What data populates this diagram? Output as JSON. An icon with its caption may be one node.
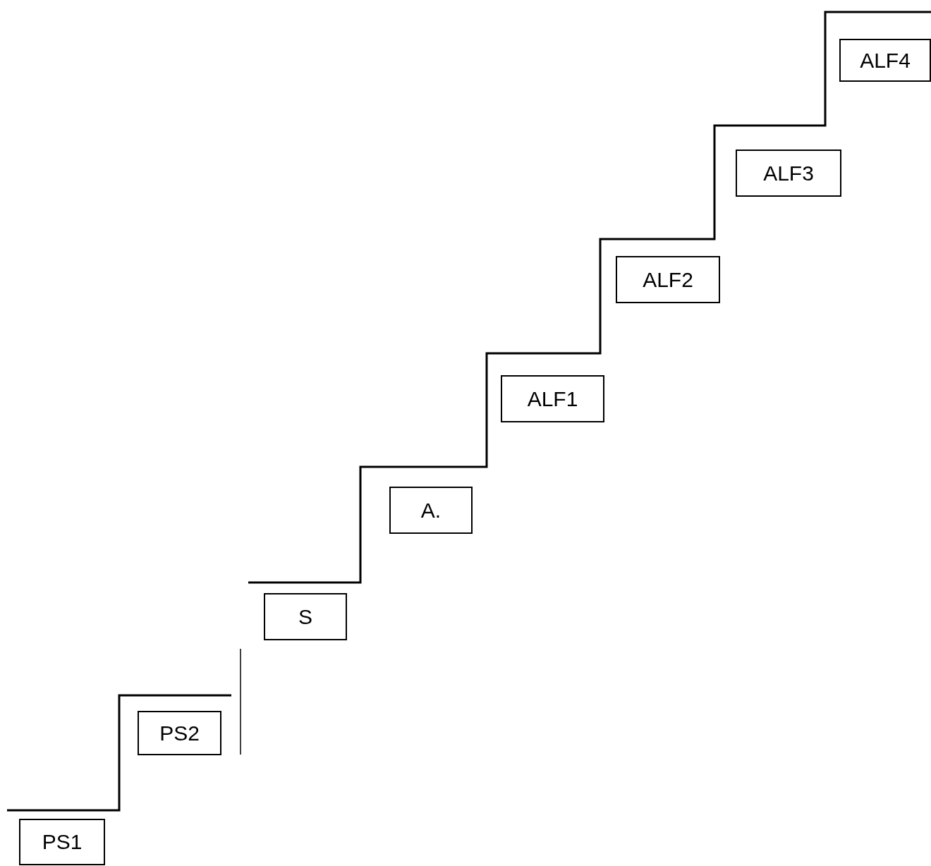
{
  "diagram": {
    "nodes": [
      {
        "text": [
          "PS1"
        ]
      },
      {
        "text": [
          "PS2"
        ]
      },
      {
        "text": [
          "S"
        ]
      },
      {
        "text": [
          "A."
        ]
      },
      {
        "text": [
          "ALF1"
        ]
      },
      {
        "text": [
          "ALF2"
        ]
      },
      {
        "text": [
          "ALF3"
        ]
      },
      {
        "text": [
          "ALF4"
        ]
      }
    ]
  }
}
